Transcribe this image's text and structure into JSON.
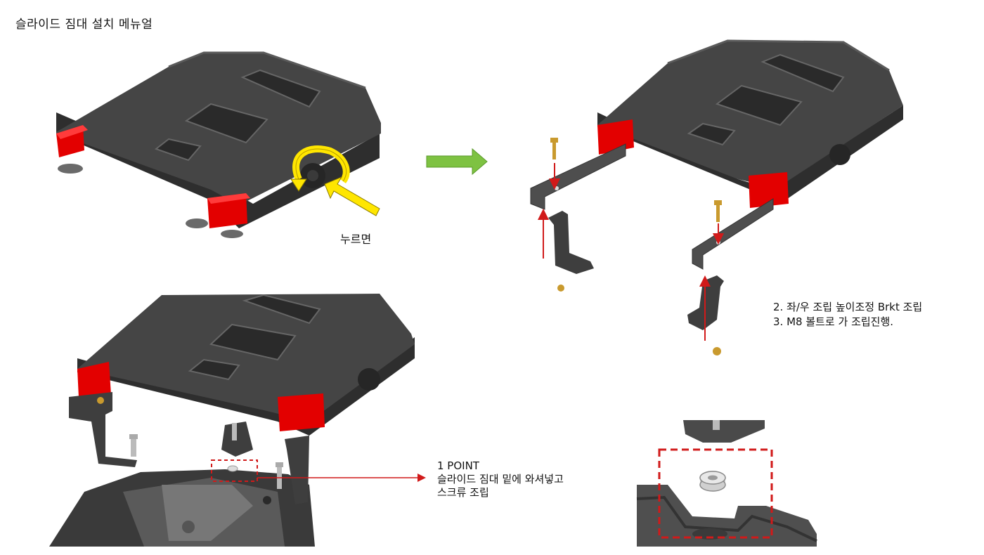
{
  "header": {
    "title": "슬라이드 짐대 설치 메뉴얼"
  },
  "labels": {
    "press_label": "누르면",
    "step_2": "2. 좌/우 조립 높이조정 Brkt 조립",
    "step_3": "3. M8 볼트로 가 조립진행.",
    "point_title": "1 POINT",
    "point_line_1": "슬라이드 짐대 밑에 와셔넣고",
    "point_line_2": "스크류 조립"
  },
  "colors": {
    "rack_body": "#3a3a3a",
    "rack_top": "#474747",
    "reflector": "#e30000",
    "arrow_yellow": "#ffe600",
    "arrow_green": "#7ec242",
    "guide_red": "#d11a1a",
    "bolt_gold": "#c99a2e"
  }
}
